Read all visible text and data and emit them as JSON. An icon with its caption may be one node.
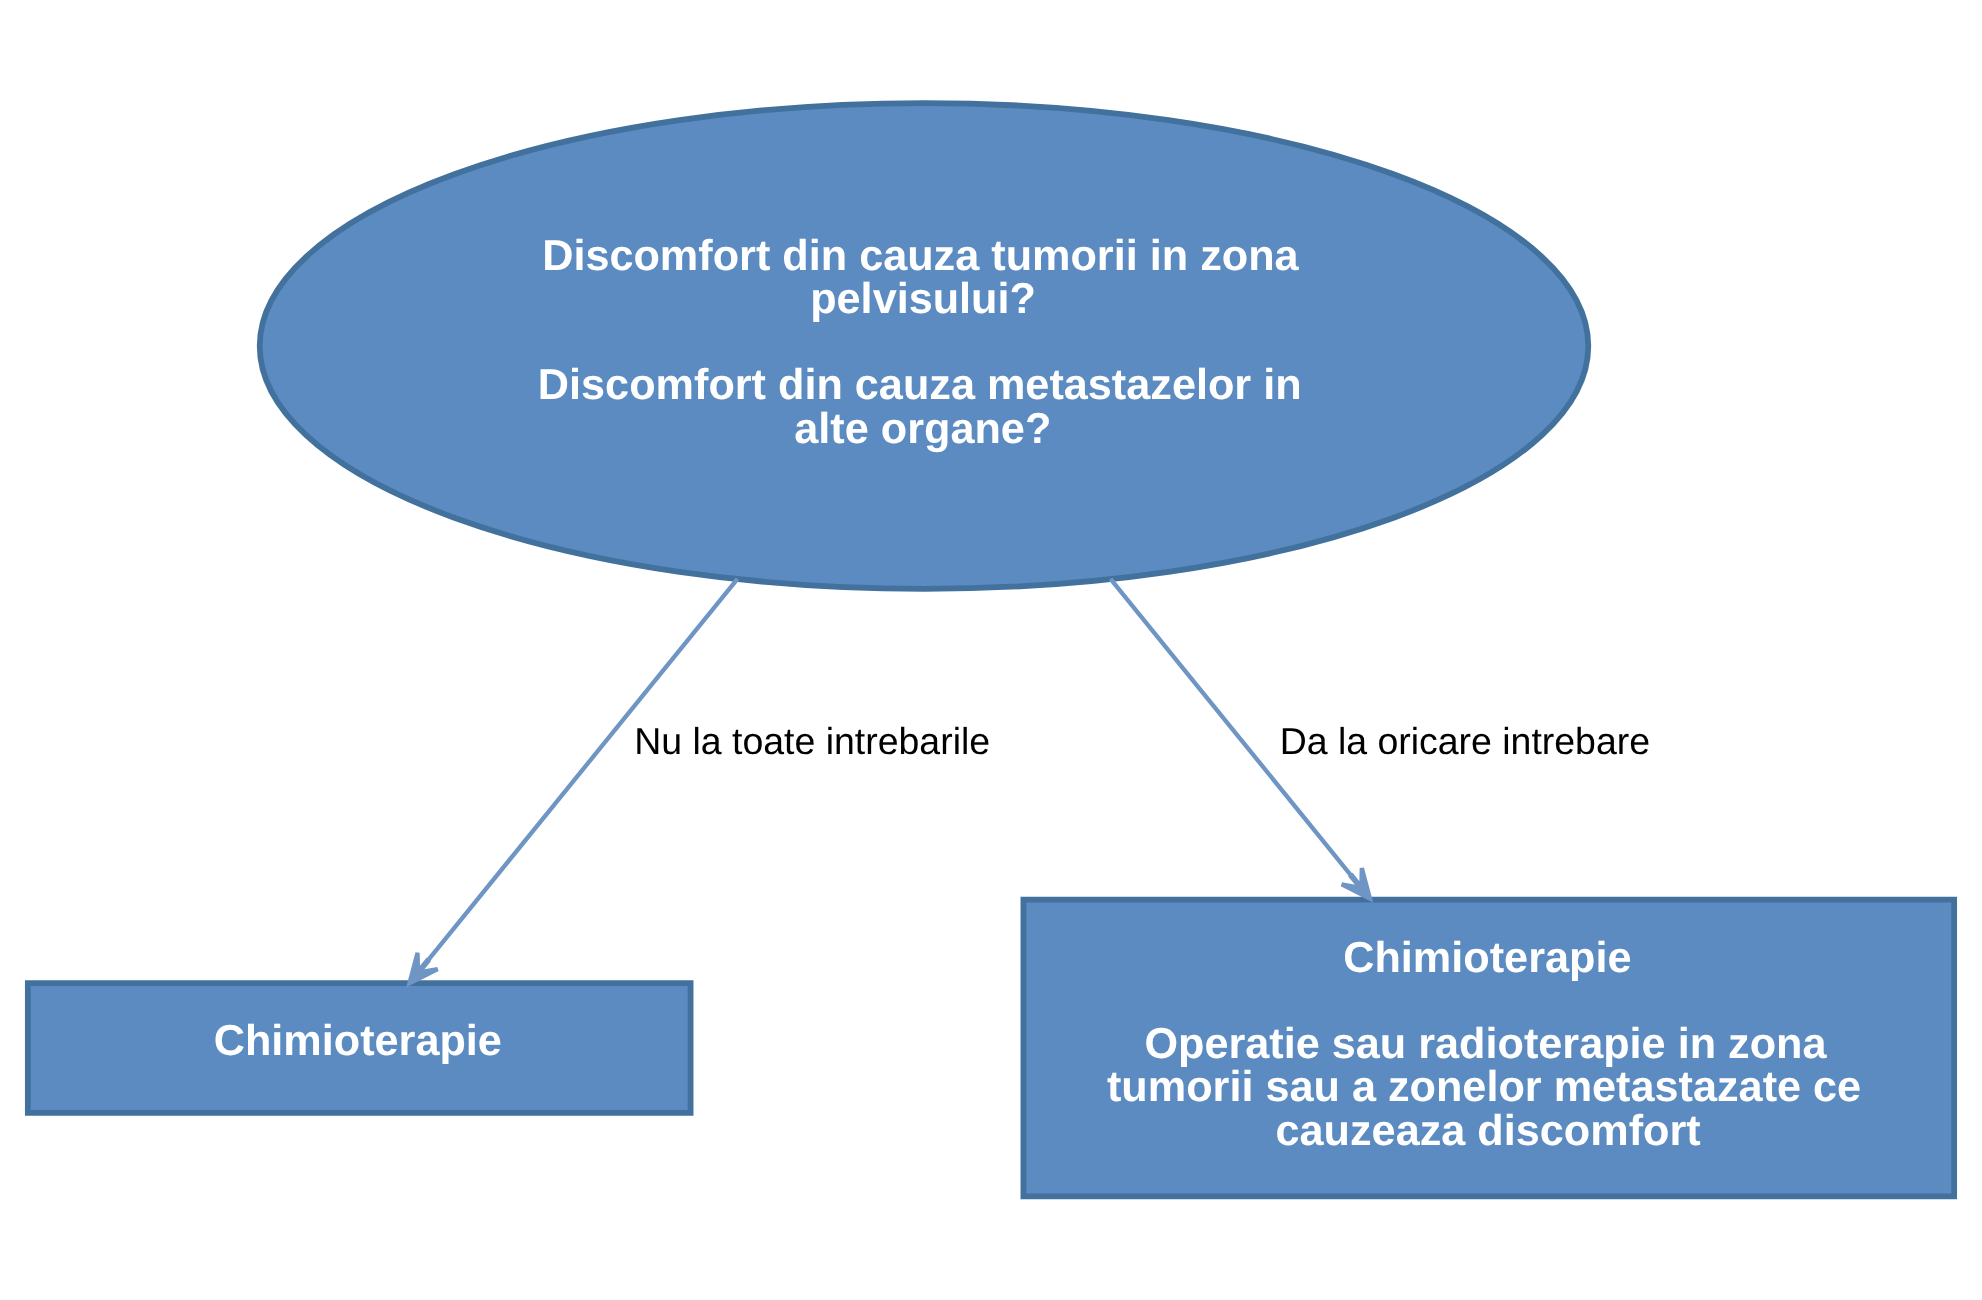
{
  "diagram": {
    "nodes": [
      {
        "text": [
          "Discomfort din cauza tumorii in zona pelvisului?",
          "Discomfort din cauza metastazelor in alte organe?"
        ]
      },
      {
        "text": [
          "Chimioterapie"
        ]
      },
      {
        "text": [
          "Chimioterapie",
          "Operatie sau radioterapie in zona tumorii sau a zonelor metastazate ce cauzeaza discomfort"
        ]
      }
    ],
    "edges": [
      {
        "from": 0,
        "to": 1,
        "arrow": "to",
        "label": "Nu la toate intrebarile"
      },
      {
        "from": 0,
        "to": 2,
        "arrow": "to",
        "label": "Da la oricare intrebare"
      }
    ]
  }
}
